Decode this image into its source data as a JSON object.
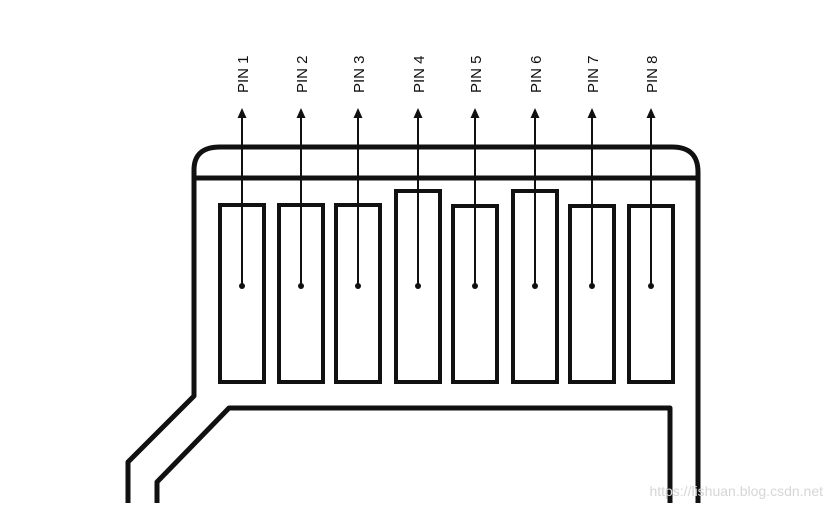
{
  "pins": [
    {
      "label": "PIN 1"
    },
    {
      "label": "PIN 2"
    },
    {
      "label": "PIN 3"
    },
    {
      "label": "PIN 4"
    },
    {
      "label": "PIN 5"
    },
    {
      "label": "PIN 6"
    },
    {
      "label": "PIN 7"
    },
    {
      "label": "PIN 8"
    }
  ],
  "watermark": "https://lishuan.blog.csdn.net",
  "colors": {
    "stroke": "#111111",
    "background": "#ffffff",
    "watermark": "#d6d6d6"
  }
}
